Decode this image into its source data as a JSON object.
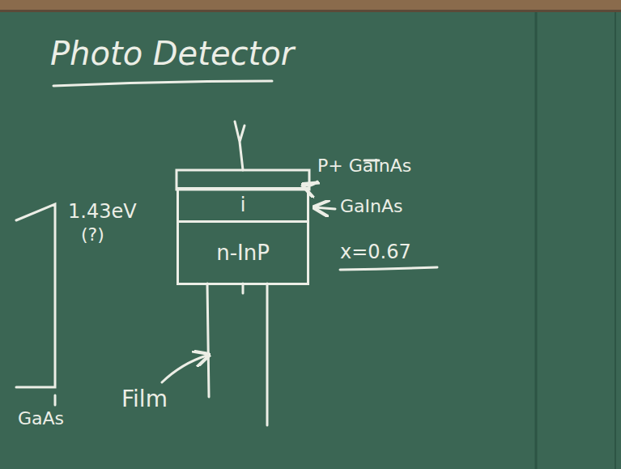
{
  "diagram": {
    "title": "Photo Detector",
    "nodes": [
      {
        "text": [
          "i"
        ]
      },
      {
        "text": [
          "n-InP"
        ]
      }
    ],
    "labels": [
      "P+ GaInAs",
      "GaInAs",
      "x=0.67",
      "1.43eV",
      "(?)",
      "GaAs",
      "Film"
    ]
  }
}
